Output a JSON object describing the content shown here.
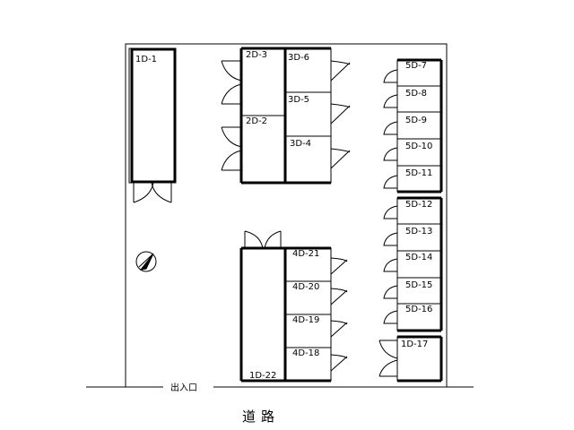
{
  "plan": {
    "units": [
      {
        "id": "1D-1",
        "label": "1D-1"
      },
      {
        "id": "2D-3",
        "label": "2D-3"
      },
      {
        "id": "2D-2",
        "label": "2D-2"
      },
      {
        "id": "3D-6",
        "label": "3D-6"
      },
      {
        "id": "3D-5",
        "label": "3D-5"
      },
      {
        "id": "3D-4",
        "label": "3D-4"
      },
      {
        "id": "5D-7",
        "label": "5D-7"
      },
      {
        "id": "5D-8",
        "label": "5D-8"
      },
      {
        "id": "5D-9",
        "label": "5D-9"
      },
      {
        "id": "5D-10",
        "label": "5D-10"
      },
      {
        "id": "5D-11",
        "label": "5D-11"
      },
      {
        "id": "5D-12",
        "label": "5D-12"
      },
      {
        "id": "5D-13",
        "label": "5D-13"
      },
      {
        "id": "5D-14",
        "label": "5D-14"
      },
      {
        "id": "5D-15",
        "label": "5D-15"
      },
      {
        "id": "5D-16",
        "label": "5D-16"
      },
      {
        "id": "1D-17",
        "label": "1D-17"
      },
      {
        "id": "4D-21",
        "label": "4D-21"
      },
      {
        "id": "4D-20",
        "label": "4D-20"
      },
      {
        "id": "4D-19",
        "label": "4D-19"
      },
      {
        "id": "4D-18",
        "label": "4D-18"
      },
      {
        "id": "1D-22",
        "label": "1D-22"
      }
    ],
    "entrance_label": "出入口",
    "road_label": "道路"
  }
}
